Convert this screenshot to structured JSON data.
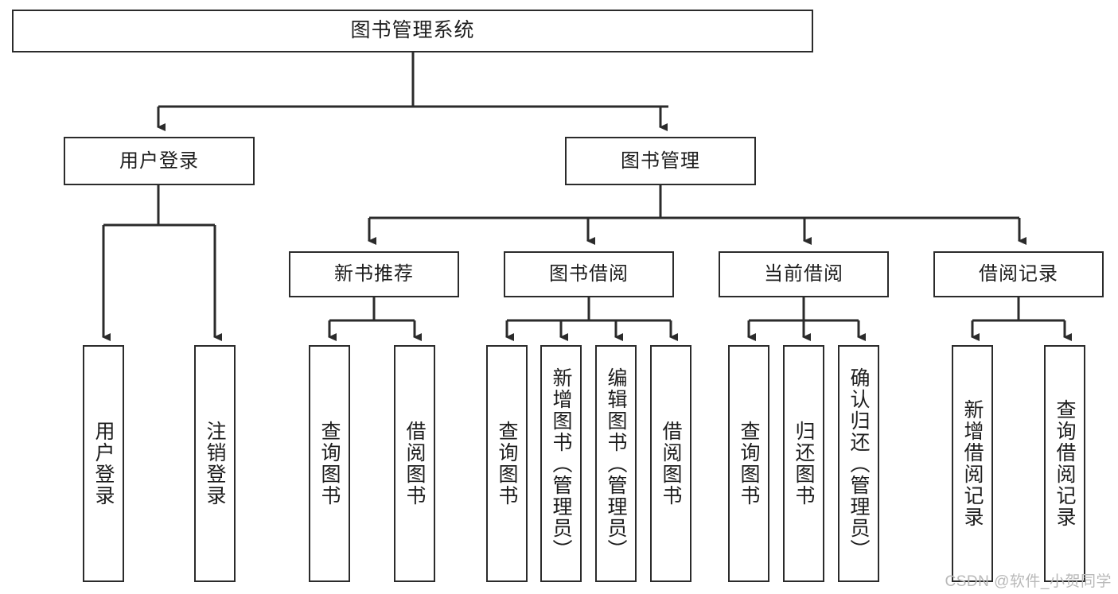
{
  "diagram": {
    "title": "图书管理系统",
    "type": "tree-hierarchy-diagram",
    "root": {
      "label": "图书管理系统"
    },
    "level2": [
      {
        "label": "用户登录"
      },
      {
        "label": "图书管理"
      }
    ],
    "level3": [
      {
        "label": "新书推荐"
      },
      {
        "label": "图书借阅"
      },
      {
        "label": "当前借阅"
      },
      {
        "label": "借阅记录"
      }
    ],
    "leaves": {
      "user_login": [
        {
          "label": "用户登录"
        },
        {
          "label": "注销登录"
        }
      ],
      "new_book_recommend": [
        {
          "label": "查询图书"
        },
        {
          "label": "借阅图书"
        }
      ],
      "book_borrow": [
        {
          "label": "查询图书"
        },
        {
          "label": "新增图书（管理员）"
        },
        {
          "label": "编辑图书（管理员）"
        },
        {
          "label": "借阅图书"
        }
      ],
      "current_borrow": [
        {
          "label": "查询图书"
        },
        {
          "label": "归还图书"
        },
        {
          "label": "确认归还（管理员）"
        }
      ],
      "borrow_record": [
        {
          "label": "新增借阅记录"
        },
        {
          "label": "查询借阅记录"
        }
      ]
    },
    "watermark": "CSDN @软件_小贺同学",
    "colors": {
      "stroke": "#2b2b2b",
      "background": "#ffffff",
      "text": "#1d1d1d",
      "watermark": "#b9b9b9"
    }
  }
}
